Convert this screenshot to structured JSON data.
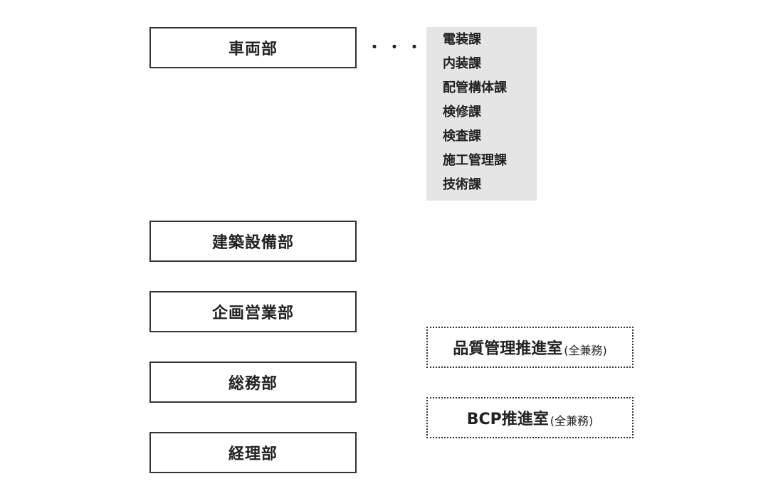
{
  "departments": [
    {
      "label": "車両部"
    },
    {
      "label": "建築設備部"
    },
    {
      "label": "企画営業部"
    },
    {
      "label": "総務部"
    },
    {
      "label": "経理部"
    }
  ],
  "connector": {
    "dots": "・・・"
  },
  "sections": [
    {
      "label": "電装課"
    },
    {
      "label": "内装課"
    },
    {
      "label": "配管構体課"
    },
    {
      "label": "検修課"
    },
    {
      "label": "検査課"
    },
    {
      "label": "施工管理課"
    },
    {
      "label": "技術課"
    }
  ],
  "offices": [
    {
      "label": "品質管理推進室",
      "note": "(全兼務)"
    },
    {
      "label": "BCP推進室",
      "note": "(全兼務)"
    }
  ]
}
